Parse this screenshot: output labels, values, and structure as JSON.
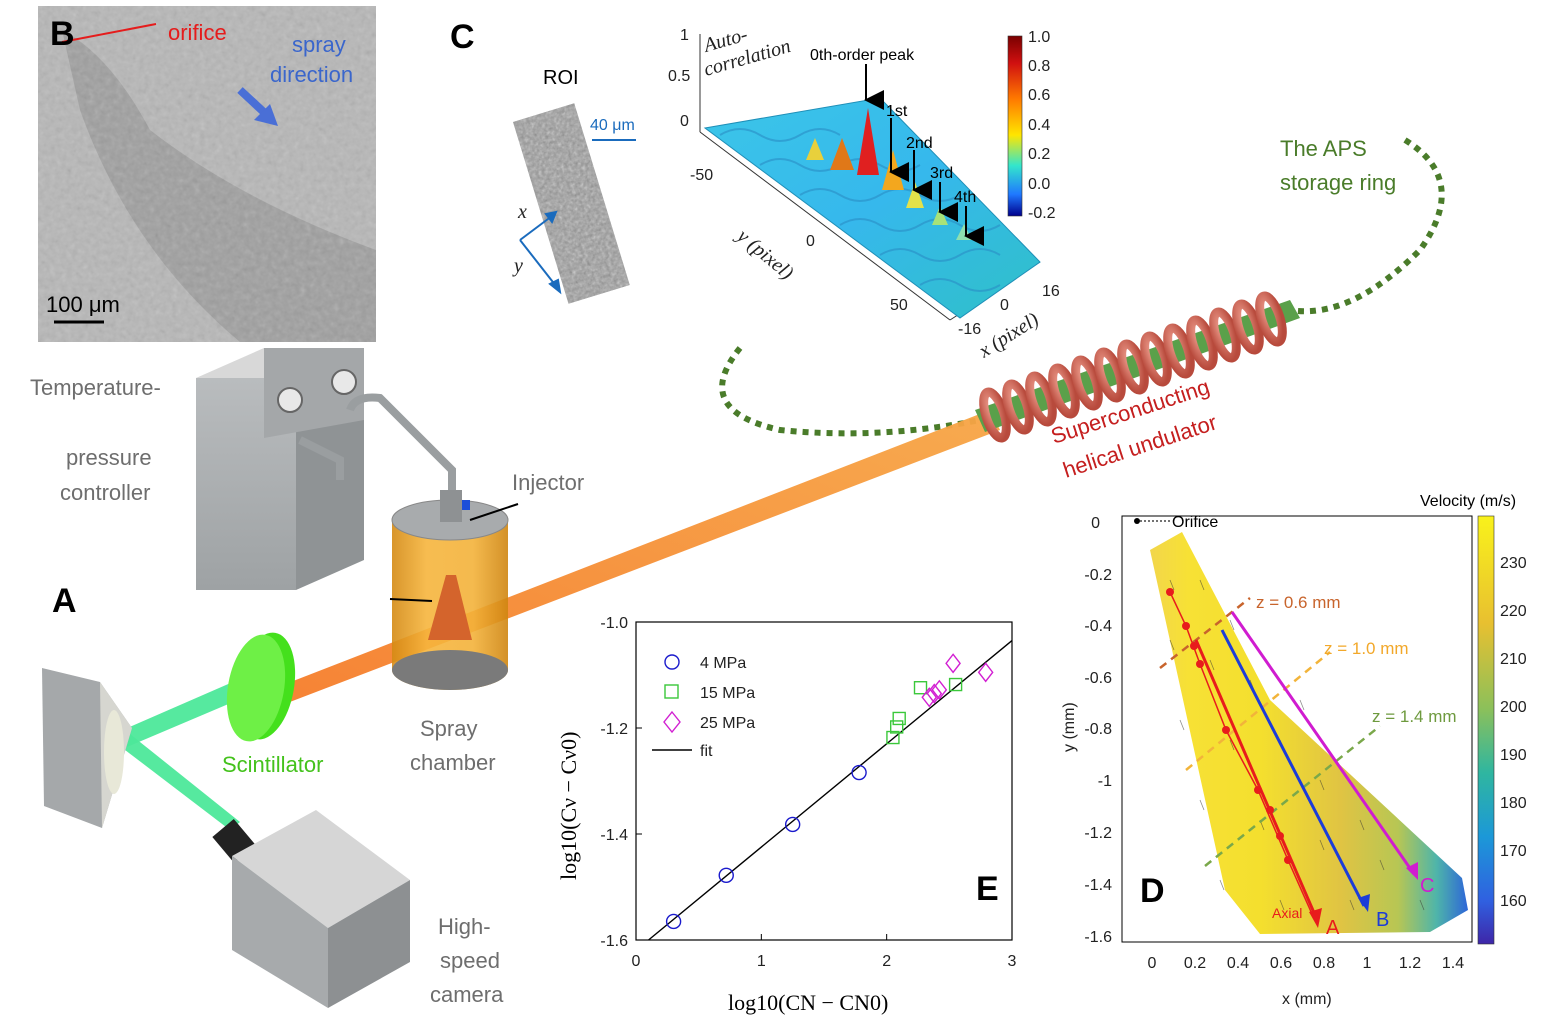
{
  "panels": {
    "A": "A",
    "B": "B",
    "C": "C",
    "D": "D",
    "E": "E"
  },
  "panel_b": {
    "orifice": "orifice",
    "spray": "spray",
    "direction": "direction",
    "scale": "100 μm"
  },
  "panel_c": {
    "roi": "ROI",
    "scale": "40 μm",
    "axis_x_small": "x",
    "axis_y_small": "y",
    "z_label_1": "Auto-",
    "z_label_2": "correlation",
    "peak0": "0th-order peak",
    "peak1": "1st",
    "peak2": "2nd",
    "peak3": "3rd",
    "peak4": "4th",
    "z_ticks": [
      "1",
      "0.5",
      "0"
    ],
    "y_ticks": [
      "-50",
      "0",
      "50"
    ],
    "x_ticks": [
      "-16",
      "0",
      "16"
    ],
    "y_axis": "y (pixel)",
    "x_axis": "x (pixel)",
    "colorbar_ticks": [
      "1.0",
      "0.8",
      "0.6",
      "0.4",
      "0.2",
      "0.0",
      "-0.2"
    ]
  },
  "panel_a": {
    "controller_1": "Temperature-",
    "controller_2": "pressure",
    "controller_3": "controller",
    "injector": "Injector",
    "spray_1": "Spray",
    "spray_2": "chamber",
    "scintillator": "Scintillator",
    "camera_1": "High-",
    "camera_2": "speed",
    "camera_3": "camera",
    "aps_1": "The APS",
    "aps_2": "storage ring",
    "undulator_1": "Superconducting",
    "undulator_2": "helical undulator",
    "colors": {
      "beam": "#f08a2c",
      "green_light": "#4de89a",
      "undulator": "#d9685a",
      "ring": "#4a7c2a",
      "scintillator": "#44e01c"
    }
  },
  "panel_d": {
    "title": "Velocity (m/s)",
    "orifice": "Orifice",
    "ylabel": "y (mm)",
    "xlabel": "x (mm)",
    "z1": "z = 0.6 mm",
    "z2": "z = 1.0 mm",
    "z3": "z = 1.4 mm",
    "lineA": "A",
    "lineB": "B",
    "lineC": "C",
    "axial": "Axial",
    "yticks": [
      "0",
      "-0.2",
      "-0.4",
      "-0.6",
      "-0.8",
      "-1",
      "-1.2",
      "-1.4",
      "-1.6"
    ],
    "xticks": [
      "0",
      "0.2",
      "0.4",
      "0.6",
      "0.8",
      "1",
      "1.2",
      "1.4"
    ],
    "colorbar_ticks": [
      "230",
      "220",
      "210",
      "200",
      "190",
      "180",
      "170",
      "160"
    ]
  },
  "chart_data": {
    "type": "scatter",
    "xlabel": "log10(CN − CN0)",
    "ylabel": "log10(Cν − Cν0)",
    "xlim": [
      0,
      3
    ],
    "ylim": [
      -1.6,
      -1.0
    ],
    "xticks": [
      "0",
      "1",
      "2",
      "3"
    ],
    "yticks": [
      "-1.0",
      "-1.2",
      "-1.4",
      "-1.6"
    ],
    "legend_position": "top-left",
    "series": [
      {
        "name": "4 MPa",
        "marker": "circle",
        "color": "#1a1acc",
        "points": [
          [
            0.3,
            -1.565
          ],
          [
            0.72,
            -1.478
          ],
          [
            1.25,
            -1.382
          ],
          [
            1.78,
            -1.284
          ]
        ]
      },
      {
        "name": "15 MPa",
        "marker": "square",
        "color": "#3ac83a",
        "points": [
          [
            2.05,
            -1.218
          ],
          [
            2.08,
            -1.198
          ],
          [
            2.1,
            -1.182
          ],
          [
            2.27,
            -1.124
          ],
          [
            2.55,
            -1.118
          ]
        ]
      },
      {
        "name": "25 MPa",
        "marker": "diamond",
        "color": "#d21fd2",
        "points": [
          [
            2.34,
            -1.142
          ],
          [
            2.38,
            -1.135
          ],
          [
            2.42,
            -1.128
          ],
          [
            2.53,
            -1.078
          ],
          [
            2.79,
            -1.095
          ]
        ]
      },
      {
        "name": "fit",
        "marker": "line",
        "color": "#000000",
        "points": [
          [
            0.1,
            -1.6
          ],
          [
            3.0,
            -1.035
          ]
        ]
      }
    ]
  }
}
